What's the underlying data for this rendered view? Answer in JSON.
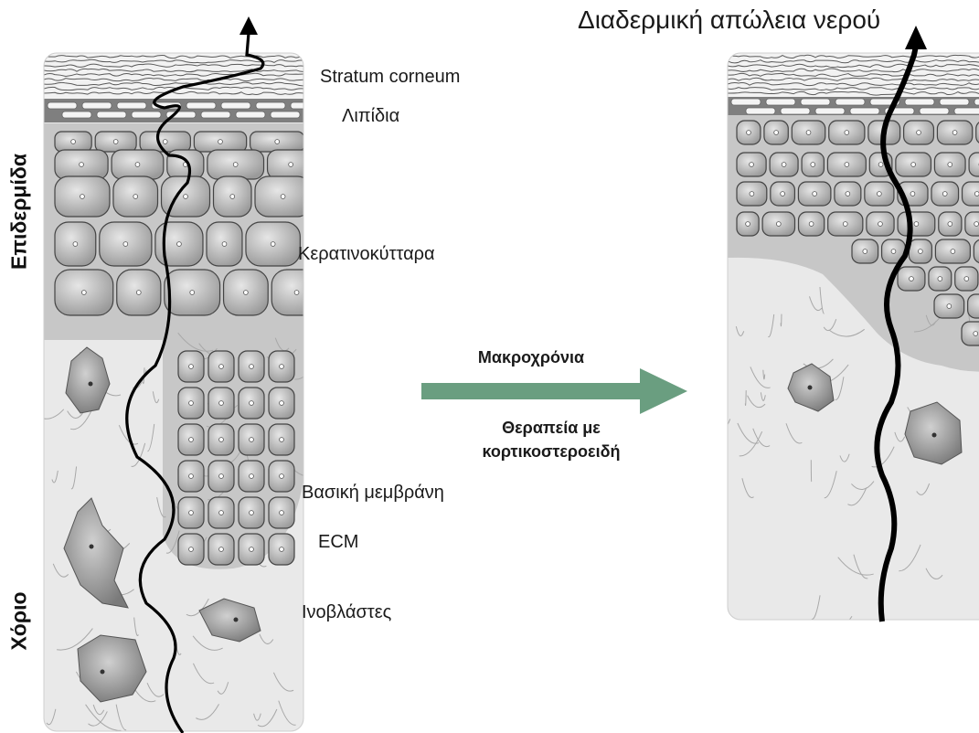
{
  "labels": {
    "top_title": "Διαδερμική απώλεια νερού",
    "stratum_corneum": "Stratum corneum",
    "lipids": "Λιπίδια",
    "keratinocytes": "Κερατινοκύτταρα",
    "basement_membrane": "Βασική μεμβράνη",
    "ecm": "ECM",
    "fibroblasts": "Ινοβλάστες",
    "epidermis_side": "Επιδερμίδα",
    "dermis_side": "Χόριο",
    "arrow_top": "Μακροχρόνια",
    "arrow_bottom": "Θεραπεία με\nκορτικοστεροειδή"
  },
  "colors": {
    "arrow": "#6a9e80",
    "tissue_light": "#e8e8e8",
    "epidermis": "#c4c4c4",
    "cells": "#a9a9a9",
    "path": "#000000"
  }
}
